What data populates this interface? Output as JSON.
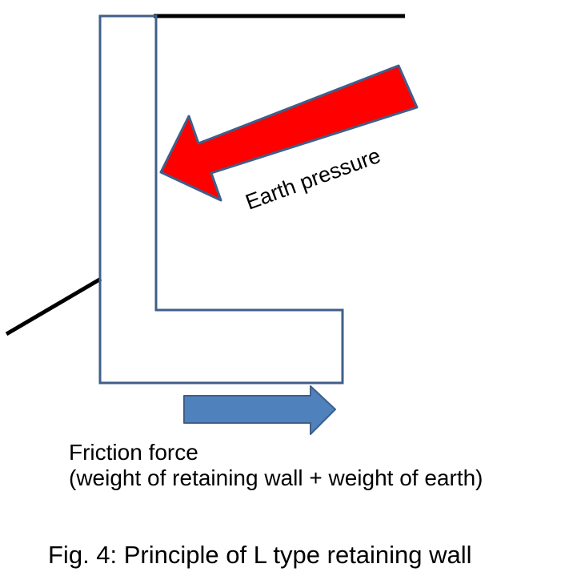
{
  "labels": {
    "earth_pressure": "Earth pressure",
    "friction_line1": "Friction force",
    "friction_line2": "(weight of retaining wall + weight of earth)",
    "caption": "Fig. 4: Principle of L type retaining wall"
  },
  "colors": {
    "wall_outline": "#3F5F8A",
    "ground_line": "#000000",
    "earth_pressure_fill": "#FF0000",
    "earth_pressure_stroke": "#3F5F8A",
    "friction_fill": "#4F81BD",
    "friction_stroke": "#3F5F8A",
    "text": "#000000",
    "background": "#FFFFFF"
  },
  "icons": {
    "earth_pressure": "arrow-left-down-icon",
    "friction": "arrow-right-icon"
  }
}
